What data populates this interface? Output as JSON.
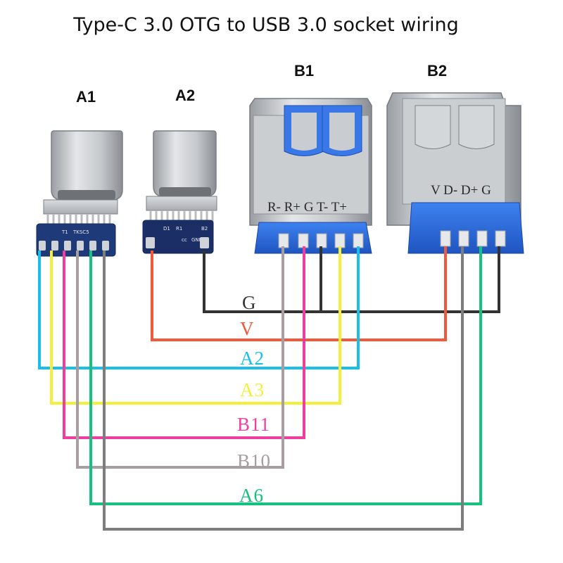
{
  "title": "Type-C 3.0 OTG to USB 3.0 socket wiring",
  "connectors": {
    "a1": {
      "label": "A1",
      "pcb_marks": [
        "T1",
        "TKSC5"
      ]
    },
    "a2": {
      "label": "A2",
      "pcb_marks": [
        "D1",
        "R1",
        "B2",
        "cc",
        "GND"
      ]
    },
    "b1": {
      "label": "B1",
      "pin_marks": "R- R+ G T- T+"
    },
    "b2": {
      "label": "B2",
      "pin_marks": "V D- D+ G"
    }
  },
  "wires": [
    {
      "id": "g",
      "label": "G",
      "color": "#333333"
    },
    {
      "id": "v",
      "label": "V",
      "color": "#f05a3a"
    },
    {
      "id": "a2",
      "label": "A2",
      "color": "#19bfe8"
    },
    {
      "id": "a3",
      "label": "A3",
      "color": "#f7ee3a"
    },
    {
      "id": "b11",
      "label": "B11",
      "color": "#ee3ea0"
    },
    {
      "id": "b10",
      "label": "B10",
      "color": "#a89da1"
    },
    {
      "id": "a6",
      "label": "A6",
      "color": "#16c07d"
    },
    {
      "id": "d",
      "label": "",
      "color": "#7d7d7d"
    }
  ],
  "colors": {
    "metal": "#c9cccf",
    "metal_dark": "#8f9398",
    "pcb": "#1f3a78",
    "socket_blue": "#2f6fdf"
  }
}
